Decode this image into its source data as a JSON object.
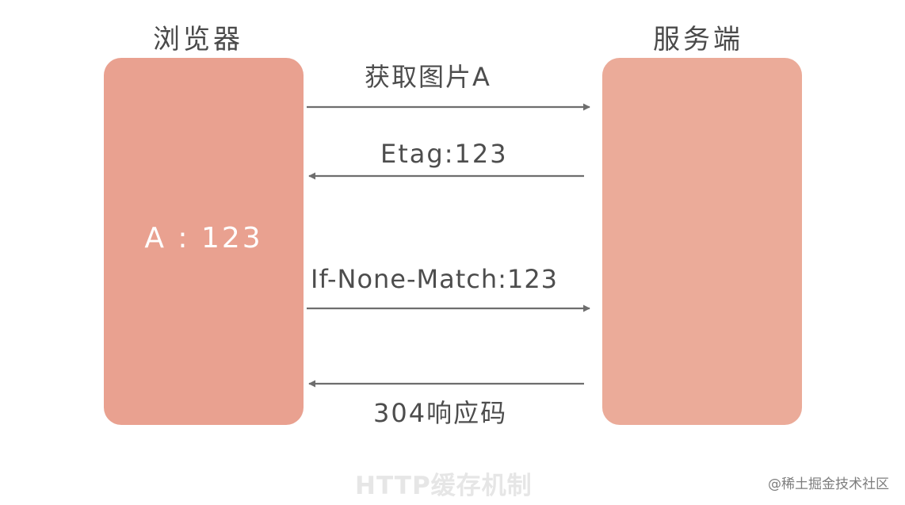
{
  "nodes": {
    "browser": {
      "label": "浏览器",
      "cache_entry": "A : 123"
    },
    "server": {
      "label": "服务端"
    }
  },
  "messages": [
    {
      "label": "获取图片A",
      "direction": "browser-to-server"
    },
    {
      "label": "Etag:123",
      "direction": "server-to-browser"
    },
    {
      "label": "If-None-Match:123",
      "direction": "browser-to-server"
    },
    {
      "label": "304响应码",
      "direction": "server-to-browser"
    }
  ],
  "caption": "HTTP缓存机制",
  "watermark": "@稀土掘金技术社区",
  "colors": {
    "browser_box": "#e9a190",
    "server_box": "#ebab99",
    "arrow": "#6e6e6e",
    "text": "#4a4a4a"
  }
}
